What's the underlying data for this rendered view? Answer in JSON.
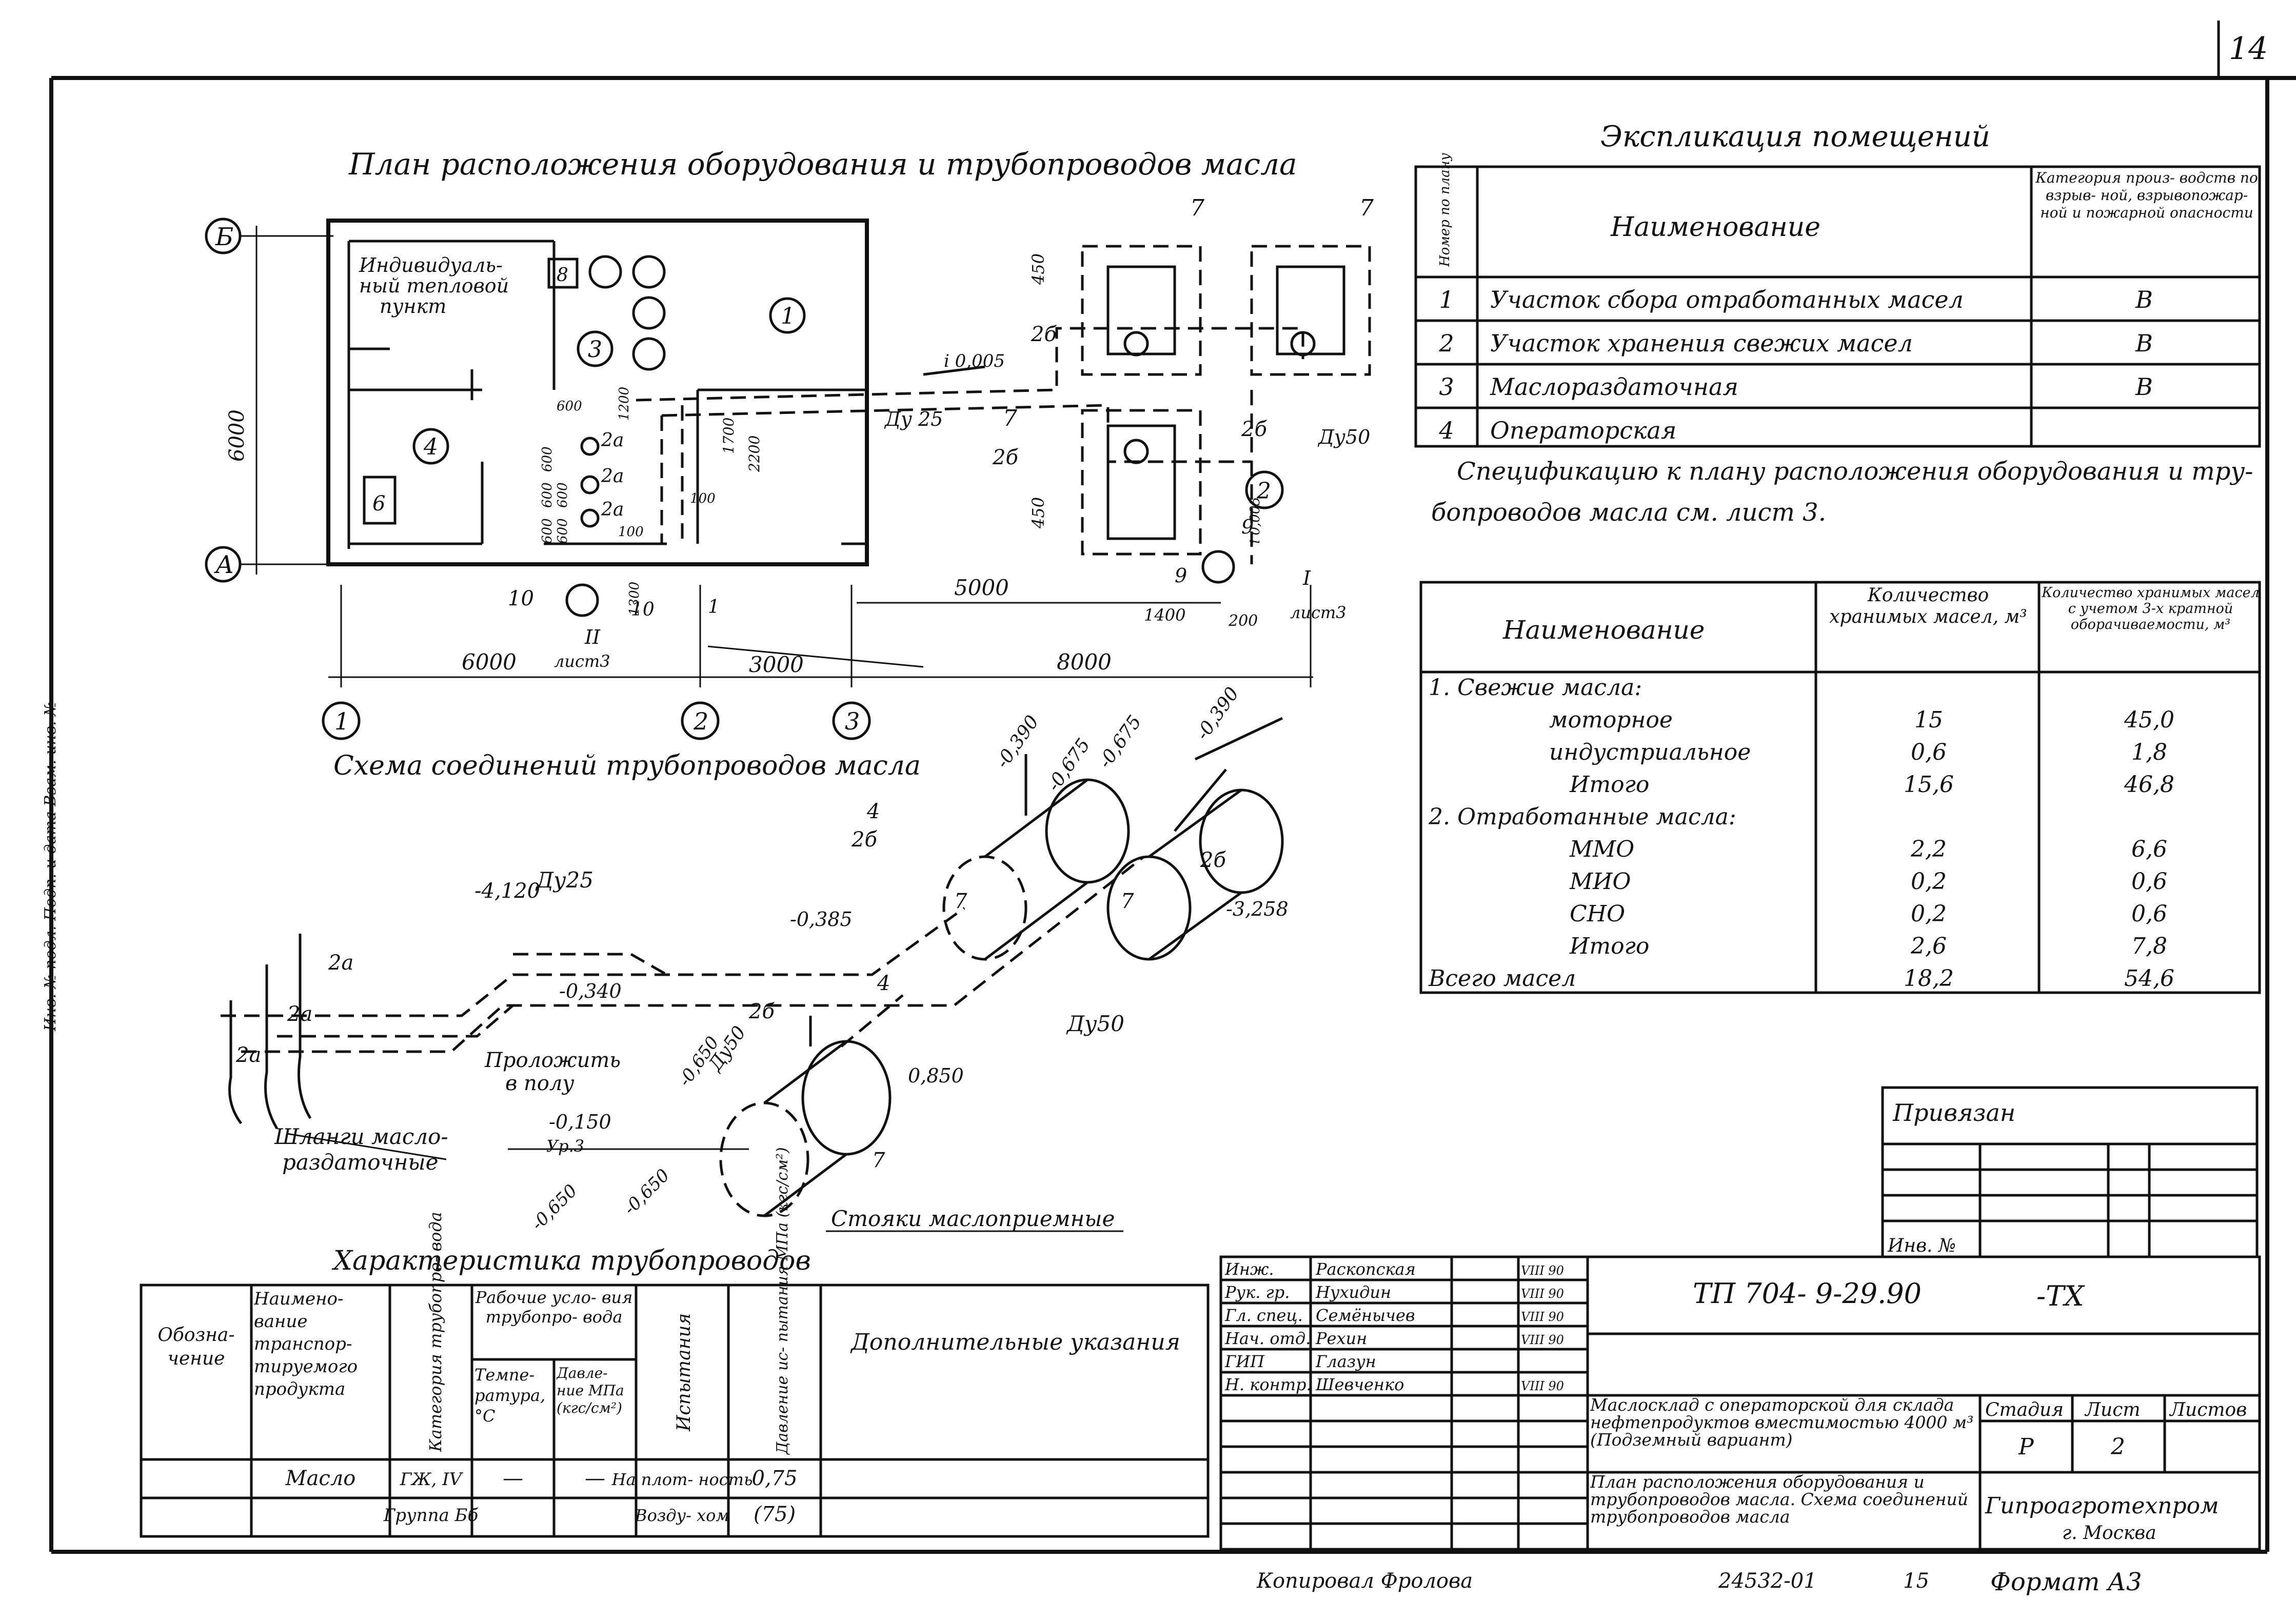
{
  "page_number": "14",
  "left_margin_stamp": "Инв. № подл.   Подп. и дата   Взам. инв. №",
  "plan": {
    "title": "План расположения оборудования и трубопроводов масла",
    "axes": {
      "B": "Б",
      "A": "А",
      "c1": "1",
      "c2": "2",
      "c3": "3"
    },
    "dims": {
      "d6000v": "6000",
      "d6000h": "6000",
      "d3000": "3000",
      "d8000": "8000",
      "d5000": "5000",
      "d1400": "1400",
      "d200": "200",
      "d450a": "450",
      "d450b": "450",
      "d1200": "1200",
      "d1700": "1700",
      "d2200": "2200",
      "d600a": "600",
      "d600b": "600",
      "d600c": "600",
      "d600d": "600",
      "d600e": "600",
      "d600f": "600",
      "d100a": "100",
      "d100b": "100",
      "d1300": "1300",
      "slope1": "i 0,005",
      "slope2": "i 0,005"
    },
    "rooms": {
      "r1": "1",
      "r2": "2",
      "r3": "3",
      "r4": "4",
      "r8": "8",
      "r6": "6",
      "itp1": "Индивидуаль-",
      "itp2": "ный тепловой",
      "itp3": "пункт"
    },
    "labels": {
      "du25": "Ду 25",
      "du50": "Ду50",
      "l7a": "7",
      "l7b": "7",
      "l7c": "7",
      "l2b1": "2б",
      "l2b2": "2б",
      "l2b3": "2б",
      "l2a1": "2а",
      "l2a2": "2а",
      "l2a3": "2а",
      "l9a": "9",
      "l9b": "9",
      "l10a": "10",
      "l10b": "10",
      "l1": "1",
      "lI": "I",
      "list3a": "лист3",
      "lII": "II",
      "list3b": "лист3"
    }
  },
  "scheme": {
    "title": "Схема соединений трубопроводов масла",
    "labels": {
      "m0390a": "-0,390",
      "m0390b": "-0,390",
      "m0675a": "-0,675",
      "m0675b": "-0,675",
      "m4120": "-4,120",
      "du25": "Ду25",
      "m0385": "-0,385",
      "m3258": "-3,258",
      "m0340": "-0,340",
      "l2b1": "2б",
      "l2b2": "2б",
      "l2b3": "2б",
      "l4a": "4",
      "l4b": "4",
      "l7a": "7",
      "l7b": "7",
      "l7c": "7",
      "du50a": "Ду50",
      "du50b": "Ду50",
      "m0650a": "-0,650",
      "m0650b": "-0,650",
      "m0650c": "-0,650",
      "p0850": "0,850",
      "m0150": "-0,150",
      "up3": "Ур.3",
      "l2a1": "2а",
      "l2a2": "2а",
      "l2a3": "2а",
      "lay1": "Проложить",
      "lay2": "в полу",
      "hose1": "Шланги масло-",
      "hose2": "раздаточные",
      "drains": "Стояки маслоприемные"
    }
  },
  "explication": {
    "title": "Экспликация помещений",
    "headers": {
      "num": "Номер по плану",
      "name": "Наименование",
      "cat": "Категория произ- водств по взрыв- ной, взрывопожар- ной и пожарной опасности"
    },
    "rows": [
      {
        "num": "1",
        "name": "Участок сбора отработанных масел",
        "cat": "В"
      },
      {
        "num": "2",
        "name": "Участок хранения свежих масел",
        "cat": "В"
      },
      {
        "num": "3",
        "name": "Маслораздаточная",
        "cat": "В"
      },
      {
        "num": "4",
        "name": "Операторская",
        "cat": ""
      }
    ]
  },
  "spec_note": {
    "line1": "Спецификацию к плану расположения оборудования и тру-",
    "line2": "бопроводов масла см. лист 3."
  },
  "oil_table": {
    "headers": {
      "name": "Наименование",
      "qty": "Количество хранимых масел, м³",
      "qty3": "Количество хранимых масел с учетом 3-х кратной оборачиваемости, м³"
    },
    "rows": [
      {
        "name": "1. Свежие масла:",
        "qty": "",
        "qty3": ""
      },
      {
        "name": "моторное",
        "qty": "15",
        "qty3": "45,0"
      },
      {
        "name": "индустриальное",
        "qty": "0,6",
        "qty3": "1,8"
      },
      {
        "name": "Итого",
        "qty": "15,6",
        "qty3": "46,8"
      },
      {
        "name": "2. Отработанные масла:",
        "qty": "",
        "qty3": ""
      },
      {
        "name": "ММО",
        "qty": "2,2",
        "qty3": "6,6"
      },
      {
        "name": "МИО",
        "qty": "0,2",
        "qty3": "0,6"
      },
      {
        "name": "СНО",
        "qty": "0,2",
        "qty3": "0,6"
      },
      {
        "name": "Итого",
        "qty": "2,6",
        "qty3": "7,8"
      },
      {
        "name": "Всего масел",
        "qty": "18,2",
        "qty3": "54,6"
      }
    ]
  },
  "binding": {
    "title": "Привязан",
    "inv": "Инв. №"
  },
  "pipes": {
    "title": "Характеристика трубопроводов",
    "headers": {
      "desig": "Обозна- чение",
      "prod": "Наимено- вание транспор- тируемого продукта",
      "cat": "Категория трубопро- вода",
      "work": "Рабочие усло- вия трубопро- вода",
      "temp": "Темпе- ратура, °С",
      "press": "Давле- ние МПа (кгс/см²)",
      "test": "Испытания",
      "testp": "Давление ис- пытания МПа (кгс/см²)",
      "extra": "Дополнительные указания"
    },
    "rows": [
      {
        "desig": "",
        "prod": "Масло",
        "cat": "ГЖ, IV",
        "temp": "—",
        "press": "—",
        "test": "На плот- ность",
        "testp": "0,75",
        "extra": ""
      },
      {
        "desig": "",
        "prod": "",
        "cat": "Группа Бб",
        "temp": "",
        "press": "",
        "test": "Возду- хом",
        "testp": "(75)",
        "extra": ""
      }
    ]
  },
  "stamp": {
    "code": "ТП 704- 9-29.90",
    "suffix": "-ТХ",
    "people": [
      {
        "role": "Инж.",
        "name": "Раскопская",
        "date": "VIII 90"
      },
      {
        "role": "Рук. гр.",
        "name": "Нухидин",
        "date": "VIII 90"
      },
      {
        "role": "Гл. спец.",
        "name": "Семёнычев",
        "date": "VIII 90"
      },
      {
        "role": "Нач. отд.",
        "name": "Рехин",
        "date": "VIII 90"
      },
      {
        "role": "ГИП",
        "name": "Глазун",
        "date": ""
      },
      {
        "role": "Н. контр.",
        "name": "Шевченко",
        "date": "VIII 90"
      }
    ],
    "object": "Маслосклад с операторской для склада нефтепродуктов вместимостью 4000 м³ (Подземный вариант)",
    "sheet_title": "План расположения оборудования и трубопроводов масла. Схема соединений трубопроводов масла",
    "stage_h": "Стадия",
    "sheet_h": "Лист",
    "sheets_h": "Листов",
    "stage": "Р",
    "sheet": "2",
    "sheets": "",
    "org": "Гипроагротехпром",
    "city": "г. Москва"
  },
  "footer": {
    "copied": "Копировал Фролова",
    "num": "24532-01",
    "n15": "15",
    "format": "Формат А3"
  }
}
